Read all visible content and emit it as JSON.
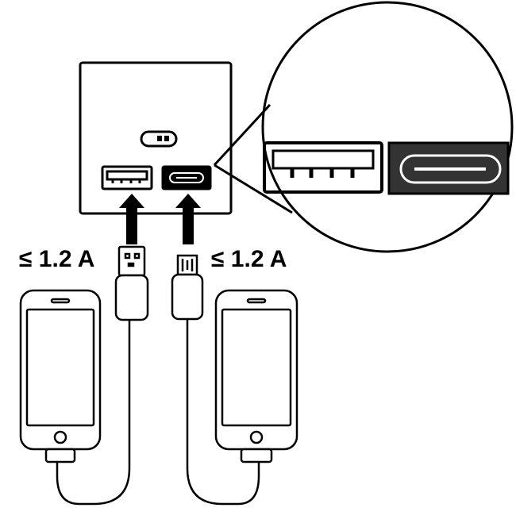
{
  "labels": {
    "usb_a_current": "≤ 1.2 A",
    "usb_c_current": "≤ 1.2 A"
  },
  "colors": {
    "line": "#000000",
    "background": "#ffffff",
    "port_dark": "#333333"
  },
  "icons": [
    "charging-panel",
    "usb-a-port",
    "usb-c-port",
    "magnifier-circle",
    "arrow-up",
    "usb-a-plug",
    "micro-usb-plug",
    "smartphone"
  ]
}
